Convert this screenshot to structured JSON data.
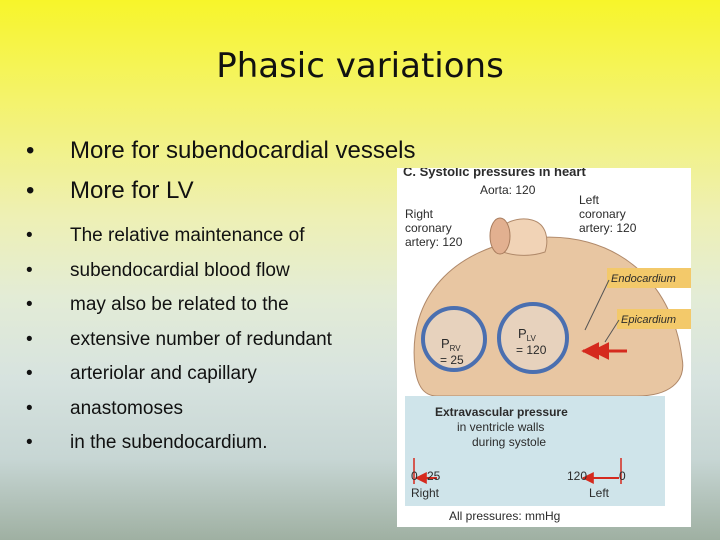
{
  "title": "Phasic variations",
  "main_bullets": [
    "More for subendocardial vessels",
    "More for LV"
  ],
  "detail_bullets": [
    "The relative maintenance of",
    "subendocardial blood flow",
    " may also be related to the",
    "extensive number of redundant",
    " arteriolar and capillary",
    "anastomoses",
    "in the subendocardium."
  ],
  "figure": {
    "heading": "C. Systolic pressures in heart",
    "aorta": "Aorta: 120",
    "right_coronary": [
      "Right",
      "coronary",
      "artery: 120"
    ],
    "left_coronary": [
      "Left",
      "coronary",
      "artery: 120"
    ],
    "endocardium": "Endocardium",
    "epicardium": "Epicardium",
    "prv": "P",
    "prv_sub": "RV",
    "prv_val": "= 25",
    "plv": "P",
    "plv_sub": "LV",
    "plv_val": "= 120",
    "extravascular": [
      "Extravascular pressure",
      "in ventricle walls",
      "during systole"
    ],
    "scale_right": [
      "0",
      "25",
      "Right"
    ],
    "scale_left": [
      "120",
      "0",
      "Left"
    ],
    "units": "All pressures: mmHg",
    "colors": {
      "arrow": "#d52a1e",
      "ring": "#4a6fb0",
      "tissue": "#e6c8a8",
      "box": "#cfe4ea",
      "callout": "#f3c96a"
    }
  }
}
